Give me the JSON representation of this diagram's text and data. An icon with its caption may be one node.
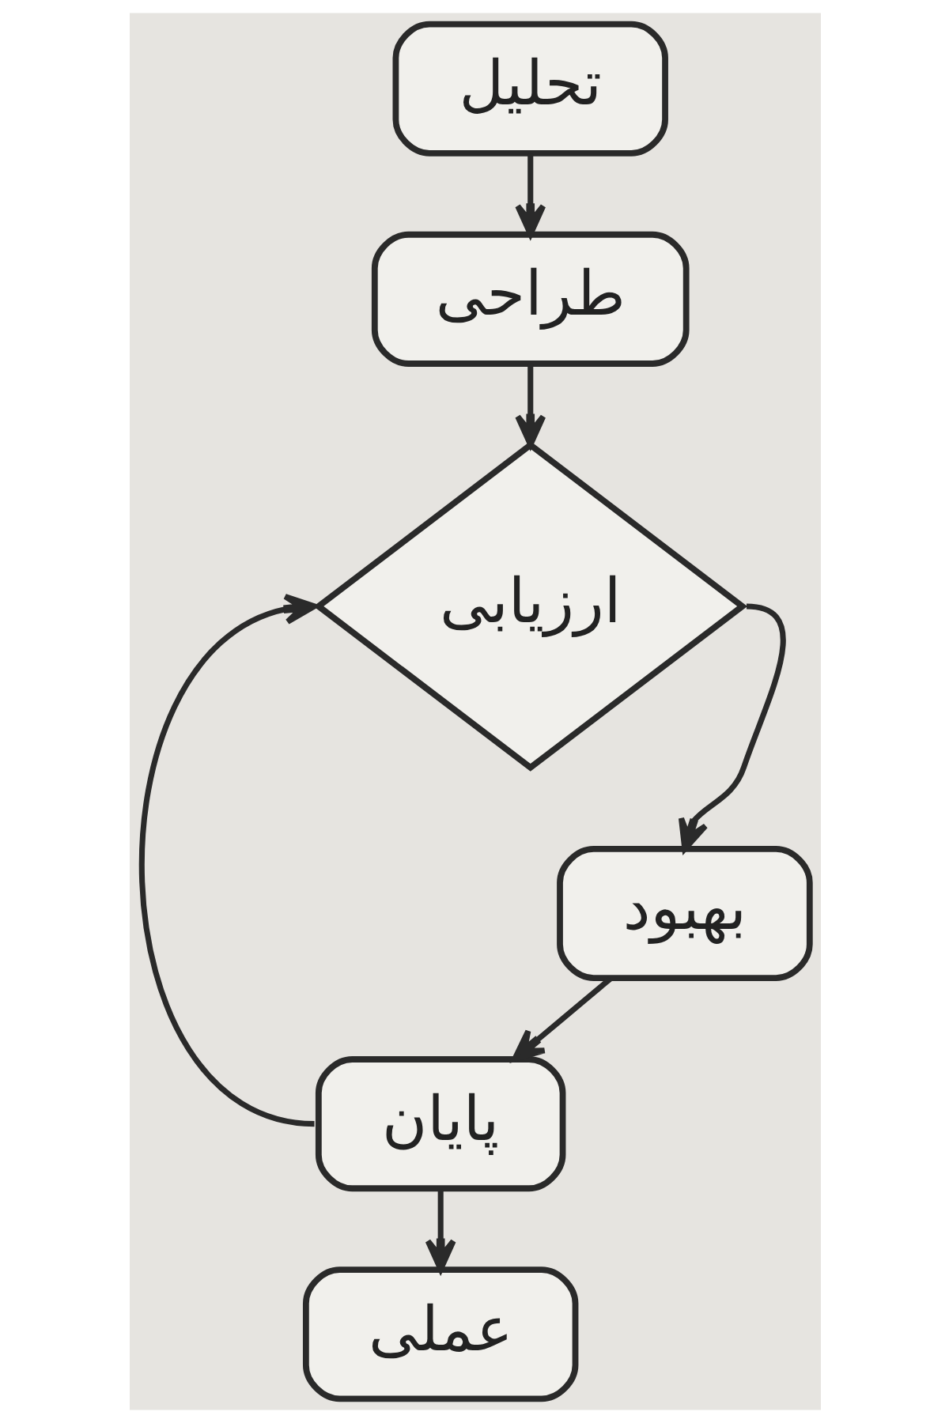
{
  "diagram": {
    "nodes": [
      {
        "text": [
          "تحلیل"
        ]
      },
      {
        "text": [
          "طراحی"
        ]
      },
      {
        "text": [
          "ارزیابی"
        ]
      },
      {
        "text": [
          "بهبود"
        ]
      },
      {
        "text": [
          "پایان"
        ]
      },
      {
        "text": [
          "عملی"
        ]
      }
    ],
    "edges": [
      {
        "from": 0,
        "to": 1,
        "arrow": "to"
      },
      {
        "from": 1,
        "to": 2,
        "arrow": "to"
      },
      {
        "from": 2,
        "to": 3,
        "arrow": "to"
      },
      {
        "from": 3,
        "to": 4,
        "arrow": "to"
      },
      {
        "from": 4,
        "to": 2,
        "arrow": "to"
      },
      {
        "from": 4,
        "to": 5,
        "arrow": "to"
      }
    ]
  }
}
